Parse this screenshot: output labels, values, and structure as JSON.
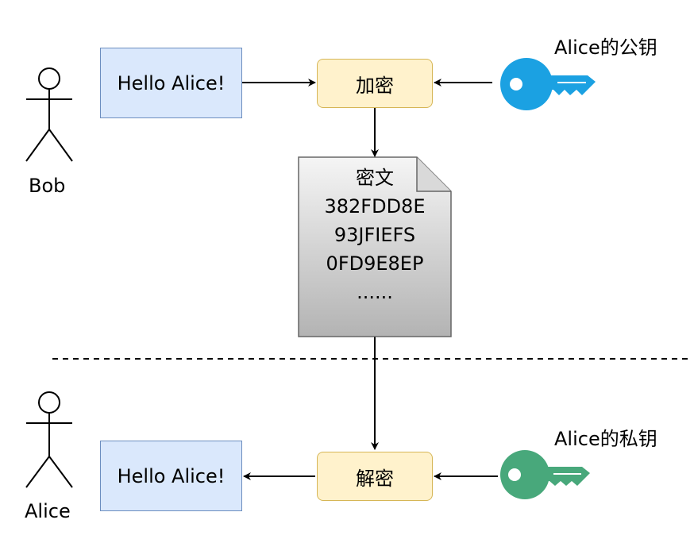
{
  "sender": {
    "name": "Bob",
    "message": "Hello Alice!"
  },
  "receiver": {
    "name": "Alice",
    "message": "Hello Alice!"
  },
  "encrypt": {
    "label": "加密"
  },
  "decrypt": {
    "label": "解密"
  },
  "public_key": {
    "label": "Alice的公钥",
    "icon": "key-icon",
    "color": "#1ba1e2"
  },
  "private_key": {
    "label": "Alice的私钥",
    "icon": "key-icon",
    "color": "#48a87b"
  },
  "ciphertext": {
    "title": "密文",
    "lines": [
      "382FDD8E",
      "93JFIEFS",
      "0FD9E8EP",
      "......"
    ]
  },
  "colors": {
    "message_fill": "#dae8fc",
    "message_border": "#6c8ebf",
    "op_fill": "#fff2cc",
    "op_border": "#d6b656"
  }
}
